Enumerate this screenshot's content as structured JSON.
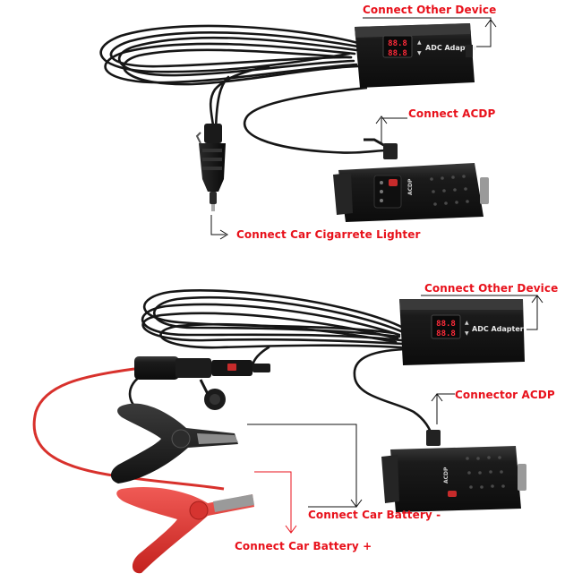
{
  "colors": {
    "callout_text": "#e8111b",
    "leader_line": "#111111",
    "cable": "#141414",
    "red_wire": "#d8312c",
    "clamp_black": "#1c1c1c",
    "clamp_red": "#e13a36",
    "device_body": "#161616",
    "lcd_red": "#ff2b3a"
  },
  "top_section": {
    "callouts": {
      "other_device": "Connect Other Device",
      "acdp": "Connect ACDP",
      "cigarette_lighter": "Connect Car Cigarrete Lighter"
    },
    "adc_adapter": {
      "label": "ADC Adapter",
      "lcd_top": "88.8",
      "lcd_bottom": "88.8",
      "icon_names": [
        "up-arrow-icon",
        "down-arrow-icon"
      ]
    },
    "acdp_device": {
      "brand_text": "ACDP"
    }
  },
  "bottom_section": {
    "callouts": {
      "other_device": "Connect Other Device",
      "acdp": "Connector ACDP",
      "battery_negative": "Connect Car Battery -",
      "battery_positive": "Connect Car Battery +"
    },
    "adc_adapter": {
      "label": "ADC Adapter",
      "lcd_top": "88.8",
      "lcd_bottom": "88.8",
      "icon_names": [
        "up-arrow-icon",
        "down-arrow-icon"
      ]
    },
    "acdp_device": {
      "brand_text": "ACDP"
    }
  }
}
